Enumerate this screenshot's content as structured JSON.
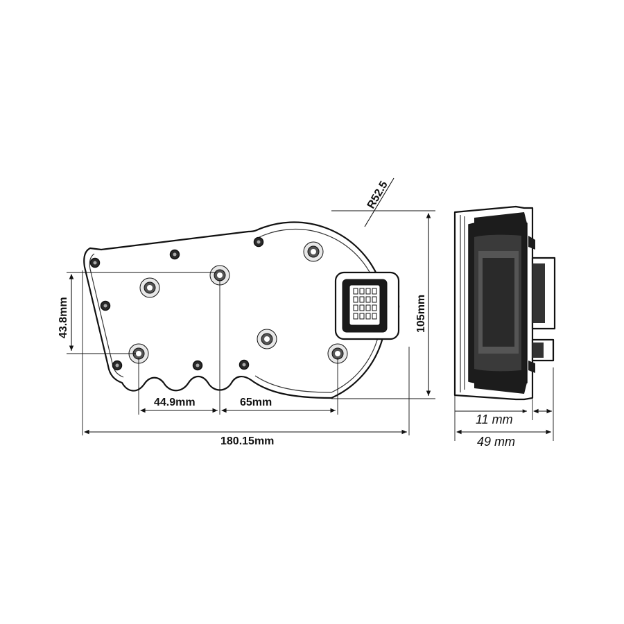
{
  "dimensions": {
    "radius": "R52.5",
    "height_right": "105mm",
    "hole_vertical": "43.8mm",
    "spacing_left": "44.9mm",
    "spacing_right": "65mm",
    "overall_width": "180.15mm",
    "side_depth_small": "11 mm",
    "side_depth_total": "49 mm"
  }
}
